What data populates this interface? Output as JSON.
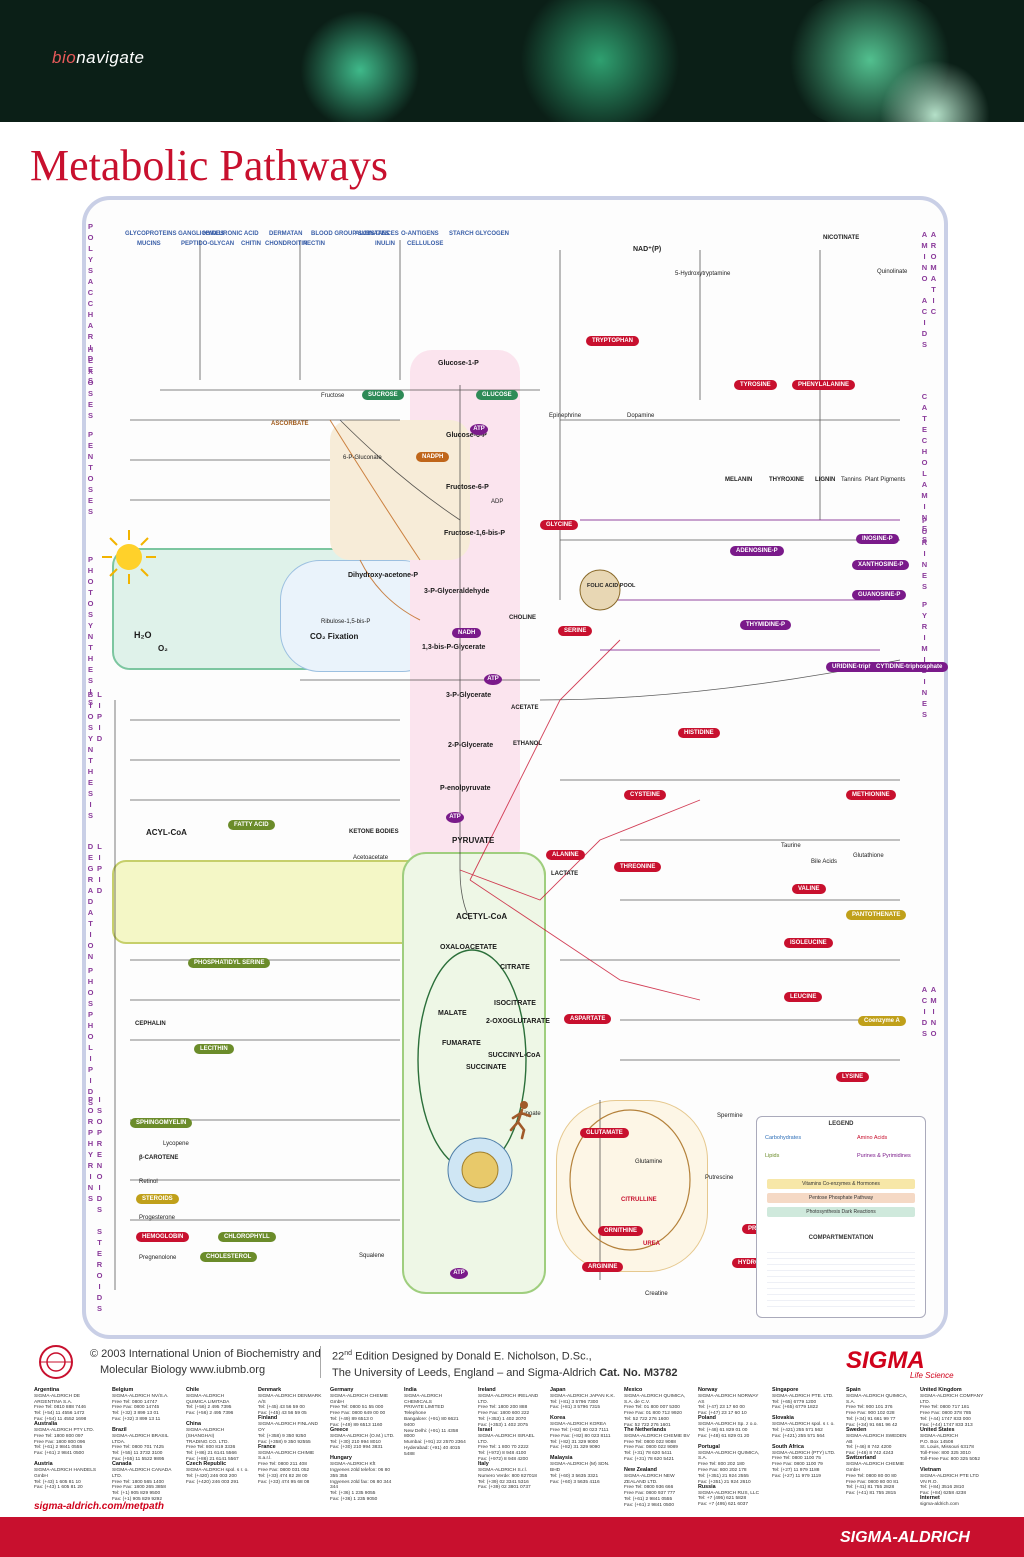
{
  "header": {
    "brand_bio": "bio",
    "brand_rest": "navigate"
  },
  "title": "Metabolic Pathways",
  "left_sections": [
    {
      "label": "POLYSACCHARIDES"
    },
    {
      "label": "HEXOSES"
    },
    {
      "label": "PENTOSES"
    },
    {
      "label": "PHOTOSYNTHESIS"
    },
    {
      "label": "LIPID BIOSYNTHESIS"
    },
    {
      "label": "LIPID DEGRADATION"
    },
    {
      "label": "PHOSPHOLIPIDS"
    },
    {
      "label": "ISOPRENOIDS STEROIDS PORPHYRINS"
    }
  ],
  "right_sections": [
    {
      "label": "AROMATIC AMINO ACIDS"
    },
    {
      "label": "CATECHOLAMINES"
    },
    {
      "label": "PURINES"
    },
    {
      "label": "PYRIMIDINES"
    },
    {
      "label": "AMINO ACIDS"
    }
  ],
  "top_groups": [
    "GLYCOPROTEINS GANGLIOSIDES",
    "HYALURONIC ACID",
    "DERMATAN",
    "BLOOD GROUP SUBSTANCES",
    "ALGINATES",
    "O-ANTIGENS",
    "STARCH GLYCOGEN",
    "PEPTIDO-GLYCAN",
    "CHITIN",
    "CHONDROITIN",
    "PECTIN",
    "INULIN",
    "CELLULOSE",
    "MUCINS"
  ],
  "nodes": {
    "glucose": "GLUCOSE",
    "sucrose": "SUCROSE",
    "fructose": "Fructose",
    "glucose1p": "Glucose-1-P",
    "glucose6p": "Glucose-6-P",
    "fructose6p": "Fructose-6-P",
    "fructose16p": "Fructose-1,6-bis-P",
    "gap": "3-P-Glyceraldehyde",
    "dhap": "Dihydroxy-acetone-P",
    "bpg": "1,3-bis-P-Glycerate",
    "pg3": "3-P-Glycerate",
    "pg2": "2-P-Glycerate",
    "pep": "P-enolpyruvate",
    "pyruvate": "PYRUVATE",
    "acetylcoa": "ACETYL-CoA",
    "oxaloacetate": "OXALOACETATE",
    "citrate": "CITRATE",
    "isocitrate": "ISOCITRATE",
    "oxoglutarate": "2-OXOGLUTARATE",
    "succinylcoa": "SUCCINYL-CoA",
    "succinate": "SUCCINATE",
    "fumarate": "FUMARATE",
    "malate": "MALATE",
    "nadph": "NADPH",
    "nadh": "NADH",
    "atp": "ATP",
    "adp": "ADP",
    "co2": "CO₂ Fixation",
    "h2o": "H₂O",
    "o2": "O₂",
    "ribulose": "Ribulose-1,5-bis-P",
    "gluconate6p": "6-P-Gluconate",
    "glycine": "GLYCINE",
    "serine": "SERINE",
    "alanine": "ALANINE",
    "cysteine": "CYSTEINE",
    "methionine": "METHIONINE",
    "threonine": "THREONINE",
    "valine": "VALINE",
    "leucine": "LEUCINE",
    "isoleucine": "ISOLEUCINE",
    "lysine": "LYSINE",
    "aspartate": "ASPARTATE",
    "glutamate": "GLUTAMATE",
    "glutamine": "Glutamine",
    "proline": "PROLINE",
    "hydroxyproline": "HYDROXY PROLINE",
    "arginine": "ARGININE",
    "ornithine": "ORNITHINE",
    "citrulline": "CITRULLINE",
    "urea": "UREA",
    "histidine": "HISTIDINE",
    "tryptophan": "TRYPTOPHAN",
    "tyrosine": "TYROSINE",
    "phenylalanine": "PHENYLALANINE",
    "folic": "FOLIC ACID POOL",
    "inosine": "INOSINE-P",
    "xanthosine": "XANTHOSINE-P",
    "guanosine": "GUANOSINE-P",
    "adenosine": "ADENOSINE-P",
    "thymidine": "THYMIDINE-P",
    "uridine": "URIDINE-triphosphate",
    "cytidine": "CYTIDINE-triphosphate",
    "fattyacid": "FATTY ACID",
    "acylcoa": "ACYL-CoA",
    "ketone": "KETONE BODIES",
    "acetoacetate": "Acetoacetate",
    "lecithin": "LECITHIN",
    "cephalin": "CEPHALIN",
    "sphingomyelin": "SPHINGOMYELIN",
    "phosphatidylserine": "PHOSPHATIDYL SERINE",
    "cholesterol": "CHOLESTEROL",
    "chlorophyll": "CHLOROPHYLL",
    "hemoglobin": "HEMOGLOBIN",
    "steroids": "STEROIDS",
    "lycopene": "Lycopene",
    "carotene": "β-CAROTENE",
    "squalene": "Squalene",
    "progesterone": "Progesterone",
    "pregnenolone": "Pregnenolone",
    "coenzymea": "Coenzyme A",
    "pantothenate": "PANTOTHENATE",
    "nicotinate": "NICOTINATE",
    "nadp": "NAD⁺(P)",
    "melanin": "MELANIN",
    "thyroxine": "THYROXINE",
    "lignin": "LIGNIN",
    "tannins": "Tannins",
    "plantpigments": "Plant Pigments",
    "ethanol": "ETHANOL",
    "acetate": "ACETATE",
    "lactate": "LACTATE",
    "choline": "CHOLINE",
    "ascorbate": "ASCORBATE",
    "glutathione": "Glutathione",
    "taurine": "Taurine",
    "bileacids": "Bile Acids",
    "spermine": "Spermine",
    "putrescine": "Putrescine",
    "creatine": "Creatine",
    "dopamine": "Dopamine",
    "epinephrine": "Epinephrine",
    "serotonin": "5-Hydroxytryptamine",
    "quinolinate": "Quinolinate",
    "lipoate": "Lipoate",
    "retinol": "Retinol"
  },
  "legend": {
    "title": "LEGEND",
    "items": [
      "Carbohydrates",
      "Amino Acids",
      "Lipids",
      "Purines & Pyrimidines",
      "Vitamins Co-enzymes & Hormones",
      "Pentose Phosphate Pathway",
      "Photosynthesis Dark Reactions"
    ],
    "compartments_title": "COMPARTMENTATION"
  },
  "footer": {
    "copyright_line1": "© 2003 International Union of Biochemistry and",
    "copyright_line2": "Molecular Biology    www.iubmb.org",
    "edition_line1": "Edition Designed by Donald E. Nicholson, D.Sc.,",
    "edition_num": "22",
    "edition_sup": "nd",
    "edition_line2": "The University of Leeds, England – and Sigma-Aldrich",
    "catno": "Cat. No. M3782",
    "sigma": "SIGMA",
    "sigma_sub": "Life Science",
    "url": "sigma-aldrich.com/metpath",
    "bottom_brand": "SIGMA-ALDRICH"
  },
  "countries": [
    {
      "name": "Argentina",
      "lines": [
        "SIGMA-ALDRICH DE ARGENTINA S.A.",
        "Free Tel: 0810 888 7446",
        "Tel: (+54) 11 4556 1472",
        "Fax: (+54) 11 4552 1698"
      ]
    },
    {
      "name": "Australia",
      "lines": [
        "SIGMA-ALDRICH PTY LTD.",
        "Free Tel: 1800 800 097",
        "Free Fax: 1800 800 096",
        "Tel: (+61) 2 9841 0555",
        "Fax: (+61) 2 9841 0500"
      ]
    },
    {
      "name": "Austria",
      "lines": [
        "SIGMA-ALDRICH HANDELS GmbH",
        "Tel: (+43) 1 605 81 10",
        "Fax: (+43) 1 605 81 20"
      ]
    },
    {
      "name": "Belgium",
      "lines": [
        "SIGMA-ALDRICH NV/S.A.",
        "Free Tel: 0800 14747",
        "Free Fax: 0800 14745",
        "Tel: (+32) 3 899 13 01",
        "Fax: (+32) 3 899 13 11"
      ]
    },
    {
      "name": "Brazil",
      "lines": [
        "SIGMA-ALDRICH BRASIL LTDA.",
        "Free Tel: 0800 701 7425",
        "Tel: (+55) 11 3732 3100",
        "Fax: (+55) 11 5522 9895"
      ]
    },
    {
      "name": "Canada",
      "lines": [
        "SIGMA-ALDRICH CANADA LTD.",
        "Free Tel: 1800 565 1400",
        "Free Fax: 1800 265 3858",
        "Tel: (+1) 905 829 9500",
        "Fax: (+1) 905 829 9292"
      ]
    },
    {
      "name": "Chile",
      "lines": [
        "SIGMA-ALDRICH",
        "QUIMICA LIMITADA",
        "Tel: (+56) 2 495 7395",
        "Fax: (+56) 2 495 7396"
      ]
    },
    {
      "name": "China",
      "lines": [
        "SIGMA-ALDRICH (SHANGHAI)",
        "TRADING CO. LTD.",
        "Free Tel: 800 819 3336",
        "Tel: (+86) 21 6141 5566",
        "Fax: (+86) 21 6141 5567"
      ]
    },
    {
      "name": "Czech Republic",
      "lines": [
        "SIGMA-ALDRICH spol. s r. o.",
        "Tel: (+420) 246 003 200",
        "Fax: (+420) 246 003 291"
      ]
    },
    {
      "name": "Denmark",
      "lines": [
        "SIGMA-ALDRICH DENMARK A/S",
        "Tel: (+45) 43 56 59 00",
        "Fax: (+45) 43 56 59 05"
      ]
    },
    {
      "name": "Finland",
      "lines": [
        "SIGMA-ALDRICH FINLAND OY",
        "Tel: (+358) 9 350 9250",
        "Fax: (+358) 9 350 92555"
      ]
    },
    {
      "name": "France",
      "lines": [
        "SIGMA-ALDRICH CHIMIE S.a.r.l.",
        "Free Tel: 0800 211 408",
        "Free Fax: 0800 031 052",
        "Tel: (+33) 474 82 28 00",
        "Fax: (+33) 474 95 68 08"
      ]
    },
    {
      "name": "Germany",
      "lines": [
        "SIGMA-ALDRICH CHEMIE GmbH",
        "Free Tel: 0800 51 55 000",
        "Free Fax: 0800 649 00 00",
        "Tel: (+49) 89 6513 0",
        "Fax: (+49) 89 6513 1160"
      ]
    },
    {
      "name": "Greece",
      "lines": [
        "SIGMA-ALDRICH (O.M.) LTD.",
        "Tel: (+30) 210 994 8010",
        "Fax: (+30) 210 994 3831"
      ]
    },
    {
      "name": "Hungary",
      "lines": [
        "SIGMA-ALDRICH Kft",
        "Ingyenes zöld telefon: 06 80 355 355",
        "Ingyenes zöld fax: 06 80 344 344",
        "Tel: (+36) 1 235 9055",
        "Fax: (+36) 1 235 9050"
      ]
    },
    {
      "name": "India",
      "lines": [
        "SIGMA-ALDRICH CHEMICALS",
        "PRIVATE LIMITED",
        "Telephone",
        "Bangalore: (+91) 80 6621 9400",
        "New Delhi: (+91) 11 4358 8000",
        "Mumbai: (+91) 22 2570 2364",
        "Hyderabad: (+91) 40 4015 5488"
      ]
    },
    {
      "name": "Ireland",
      "lines": [
        "SIGMA-ALDRICH IRELAND LTD.",
        "Free Tel: 1800 200 888",
        "Free Fax: 1800 600 222",
        "Tel: (+353) 1 402 2070",
        "Fax: (+353) 1 402 2075"
      ]
    },
    {
      "name": "Israel",
      "lines": [
        "SIGMA-ALDRICH ISRAEL LTD.",
        "Free Tel: 1 800 70 2222",
        "Tel: (+972) 8 948 4100",
        "Fax: (+972) 8 948 4200"
      ]
    },
    {
      "name": "Italy",
      "lines": [
        "SIGMA-ALDRICH S.r.l.",
        "Numero Verde: 800 827018",
        "Tel: (+39) 02 3341 5316",
        "Fax: (+39) 02 3801 0737"
      ]
    },
    {
      "name": "Japan",
      "lines": [
        "SIGMA-ALDRICH JAPAN K.K.",
        "Tel: (+81) 3 5796 7300",
        "Fax: (+81) 3 5796 7315"
      ]
    },
    {
      "name": "Korea",
      "lines": [
        "SIGMA-ALDRICH KOREA",
        "Free Tel: (+82) 80 023 7111",
        "Free Fax: (+82) 80 023 8111",
        "Tel: (+82) 31 329 9000",
        "Fax: (+82) 31 329 9090"
      ]
    },
    {
      "name": "Malaysia",
      "lines": [
        "SIGMA-ALDRICH (M) SDN. BHD",
        "Tel: (+60) 3 5635 3321",
        "Fax: (+60) 3 5635 4116"
      ]
    },
    {
      "name": "Mexico",
      "lines": [
        "SIGMA-ALDRICH QUIMICA, S.A. de C.V.",
        "Free Tel: 01 800 007 5300",
        "Free Fax: 01 800 712 9920",
        "Tel: 52 722 276 1600",
        "Fax: 52 722 276 1601"
      ]
    },
    {
      "name": "The Netherlands",
      "lines": [
        "SIGMA-ALDRICH CHEMIE BV",
        "Free Tel: 0800 022 9088",
        "Free Fax: 0800 022 9089",
        "Tel: (+31) 78 620 5411",
        "Fax: (+31) 78 620 5421"
      ]
    },
    {
      "name": "New Zealand",
      "lines": [
        "SIGMA-ALDRICH NEW ZEALAND LTD.",
        "Free Tel: 0800 936 666",
        "Free Fax: 0800 937 777",
        "Tel: (+61) 2 9841 0555",
        "Fax: (+61) 2 9841 0500"
      ]
    },
    {
      "name": "Norway",
      "lines": [
        "SIGMA-ALDRICH NORWAY AS",
        "Tel: (+47) 23 17 60 00",
        "Fax: (+47) 23 17 60 10"
      ]
    },
    {
      "name": "Poland",
      "lines": [
        "SIGMA-ALDRICH Sp. z o.o.",
        "Tel: (+48) 61 829 01 00",
        "Fax: (+48) 61 829 01 20"
      ]
    },
    {
      "name": "Portugal",
      "lines": [
        "SIGMA-ALDRICH QUIMICA, S.A.",
        "Free Tel: 800 202 180",
        "Free Fax: 800 202 178",
        "Tel: (+351) 21 924 2555",
        "Fax: (+351) 21 924 2610"
      ]
    },
    {
      "name": "Russia",
      "lines": [
        "SIGMA-ALDRICH RUS, LLC",
        "Tel: +7 (495) 621 5828",
        "Fax: +7 (495) 621 6037"
      ]
    },
    {
      "name": "Singapore",
      "lines": [
        "SIGMA-ALDRICH PTE. LTD.",
        "Tel: (+65) 6779 1200",
        "Fax: (+65) 6779 1822"
      ]
    },
    {
      "name": "Slovakia",
      "lines": [
        "SIGMA-ALDRICH spol. s r. o.",
        "Tel: (+421) 255 571 562",
        "Fax: (+421) 255 571 564"
      ]
    },
    {
      "name": "South Africa",
      "lines": [
        "SIGMA-ALDRICH (PTY) LTD.",
        "Free Tel: 0800 1100 75",
        "Free Fax: 0800 1100 79",
        "Tel: (+27) 11 979 1188",
        "Fax: (+27) 11 979 1119"
      ]
    },
    {
      "name": "Spain",
      "lines": [
        "SIGMA-ALDRICH QUIMICA, S.A.",
        "Free Tel: 900 101 376",
        "Free Fax: 900 102 028",
        "Tel: (+34) 91 661 99 77",
        "Fax: (+34) 91 661 96 42"
      ]
    },
    {
      "name": "Sweden",
      "lines": [
        "SIGMA-ALDRICH SWEDEN AB",
        "Tel: (+46) 8 742 4200",
        "Fax: (+46) 8 742 4243"
      ]
    },
    {
      "name": "Switzerland",
      "lines": [
        "SIGMA-ALDRICH CHEMIE GmbH",
        "Free Tel: 0800 80 00 80",
        "Free Fax: 0800 80 00 81",
        "Tel: (+41) 81 755 2828",
        "Fax: (+41) 81 755 2815"
      ]
    },
    {
      "name": "United Kingdom",
      "lines": [
        "SIGMA-ALDRICH COMPANY LTD.",
        "Free Tel: 0800 717 181",
        "Free Fax: 0800 378 785",
        "Tel: (+44) 1747 833 000",
        "Fax: (+44) 1747 833 313"
      ]
    },
    {
      "name": "United States",
      "lines": [
        "SIGMA-ALDRICH",
        "P.O. Box 14508",
        "St. Louis, Missouri 63178",
        "Toll-Free: 800 325 3010",
        "Toll-Free Fax: 800 325 5052"
      ]
    },
    {
      "name": "Vietnam",
      "lines": [
        "SIGMA-ALDRICH PTE LTD VN R.O.",
        "Tel: (+84) 3516 2810",
        "Fax: (+84) 6258 4238"
      ]
    },
    {
      "name": "Internet",
      "lines": [
        "sigma-aldrich.com"
      ]
    }
  ],
  "colors": {
    "title": "#c8102e",
    "accent": "#7a1a8a",
    "brand_red": "#d0021b",
    "frame": "#c9cfe6"
  }
}
